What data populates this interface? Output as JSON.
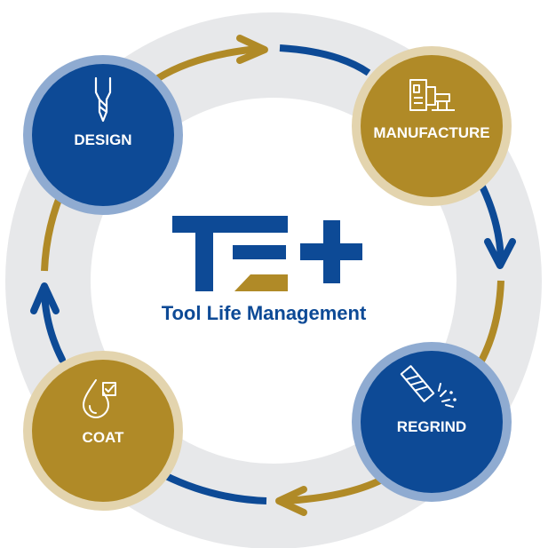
{
  "colors": {
    "navy": "#0d4a96",
    "navy_ring": "#8fabd1",
    "gold": "#b08a27",
    "gold_ring": "#e3d4ae",
    "track": "#e7e8ea"
  },
  "center": {
    "tagline": "Tool Life Management"
  },
  "stages": {
    "design": {
      "label": "DESIGN",
      "icon": "endmill-tool-icon"
    },
    "manufacture": {
      "label": "MANUFACTURE",
      "icon": "machine-tool-icon"
    },
    "regrind": {
      "label": "REGRIND",
      "icon": "grinding-sparks-icon"
    },
    "coat": {
      "label": "COAT",
      "icon": "coating-drop-check-icon"
    }
  }
}
